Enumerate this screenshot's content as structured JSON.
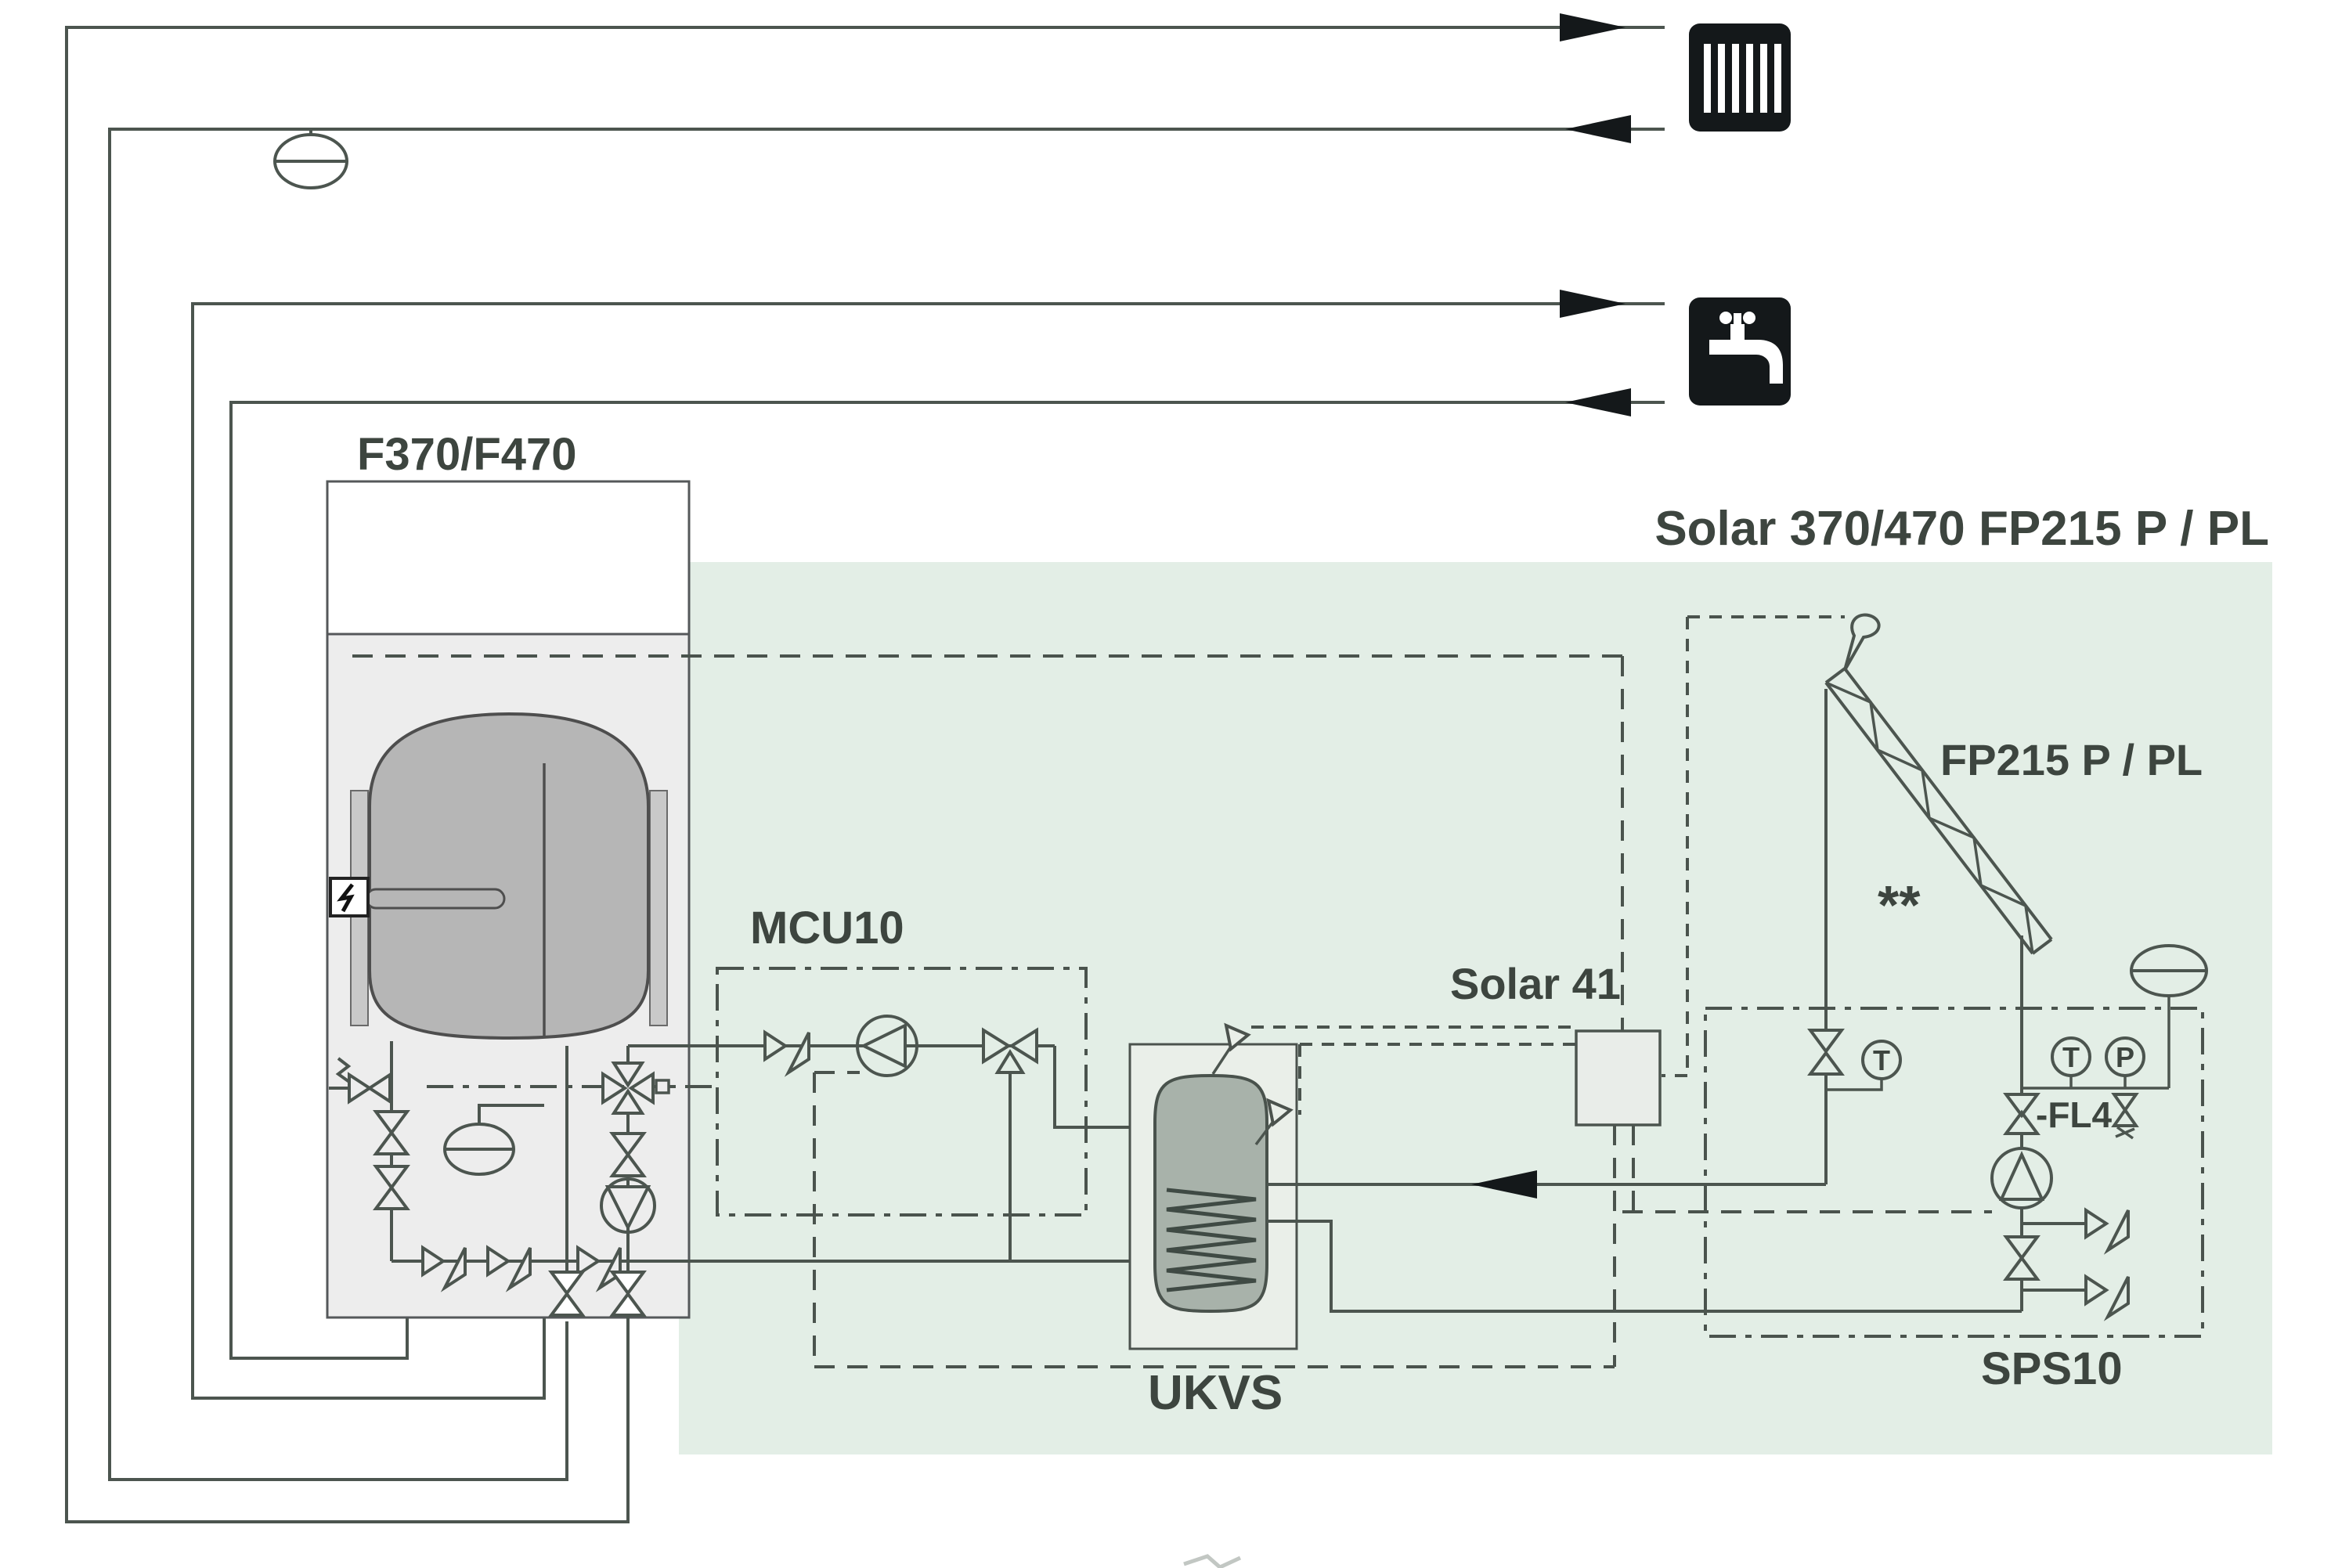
{
  "labels": {
    "system_title": "Solar 370/470 FP215 P / PL",
    "heat_pump": "F370/F470",
    "mcu10": "MCU10",
    "solar41": "Solar 41",
    "ukvs": "UKVS",
    "sps10": "SPS10",
    "collector": "FP215 P / PL",
    "collector_note": "**",
    "safety_valve_line": "-FL4",
    "gauge_temperature": "T",
    "gauge_pressure": "P"
  },
  "icons": {
    "radiator": "radiator-icon",
    "tap": "tap-icon"
  },
  "colors": {
    "solar_zone_green": "#e3eee6",
    "diagram_line": "#4c554f",
    "icon_black": "#14181a",
    "cabinet_gray": "#ededed",
    "tank_gray": "#b6b6b6",
    "ukvs_tank_green_gray": "#a8b2aa"
  }
}
